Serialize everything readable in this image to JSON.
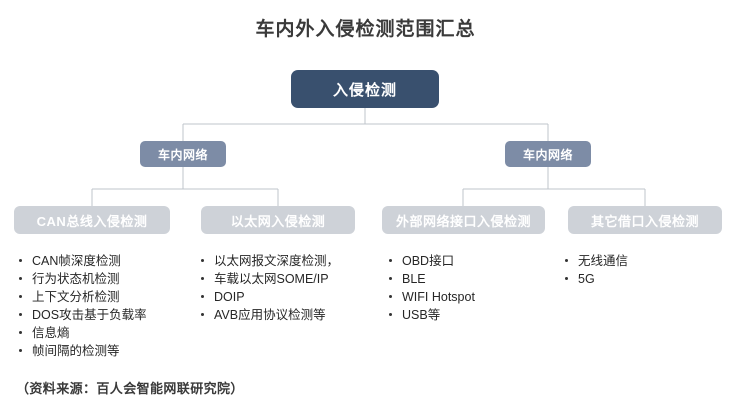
{
  "page": {
    "title": "车内外入侵检测范围汇总",
    "source_note": "（资料来源：百人会智能网联研究院）"
  },
  "colors": {
    "root_box": "#39506E",
    "level2_box": "#7D8CA6",
    "level3_box": "#CED2D8",
    "connector_line": "#BFC4CB",
    "title_text": "#3A3A3A",
    "body_text": "#262626",
    "background": "#FFFFFF"
  },
  "tree": {
    "root": {
      "label": "入侵检测"
    },
    "level2": [
      {
        "label": "车内网络"
      },
      {
        "label": "车内网络"
      }
    ],
    "level3": [
      {
        "label": "CAN总线入侵检测"
      },
      {
        "label": "以太网入侵检测"
      },
      {
        "label": "外部网络接口入侵检测"
      },
      {
        "label": "其它借口入侵检测"
      }
    ]
  },
  "lists": [
    {
      "items": [
        "CAN帧深度检测",
        "行为状态机检测",
        "上下文分析检测",
        "DOS攻击基于负载率",
        "信息熵",
        "帧间隔的检测等"
      ]
    },
    {
      "items": [
        "以太网报文深度检测，",
        "车载以太网SOME/IP",
        "DOIP",
        "AVB应用协议检测等"
      ]
    },
    {
      "items": [
        "OBD接口",
        "BLE",
        "WIFI Hotspot",
        "USB等"
      ]
    },
    {
      "items": [
        "无线通信",
        "5G"
      ]
    }
  ]
}
